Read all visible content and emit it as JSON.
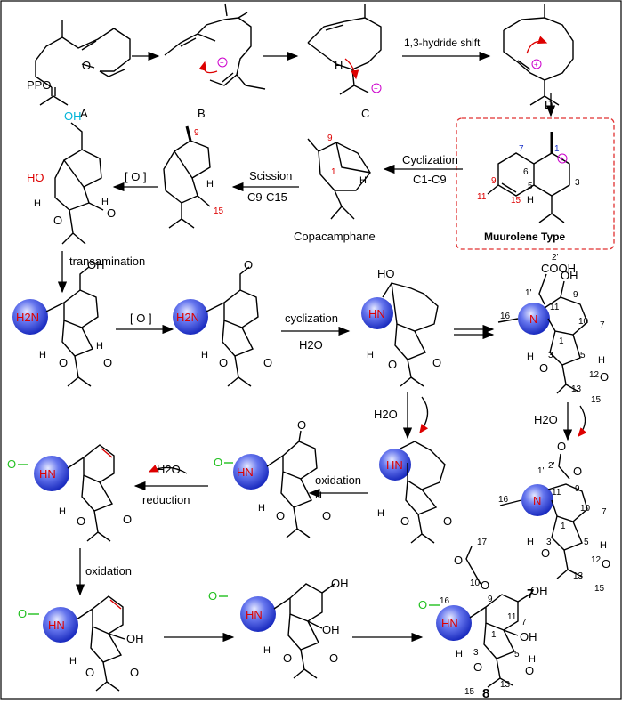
{
  "labels": {
    "A": "A",
    "B": "B",
    "C": "C",
    "D": "D",
    "ppo": "PPO",
    "shift": "1,3-hydride shift",
    "cyclization_top": "Cyclization",
    "c1c9": "C1-C9",
    "scission": "Scission",
    "c9c15": "C9-C15",
    "ox_bracket": "[ O ]",
    "copacamphane": "Copacamphane",
    "muurolene": "Muurolene Type",
    "transamination": "transamination",
    "ox_bracket2": "[ O ]",
    "cyclization_mid": "cyclization",
    "h2o_mid": "H2O",
    "h2o_down1": "H2O",
    "h2o_down2": "H2O",
    "h2o_left": "H2O",
    "reduction": "reduction",
    "oxidation_mid": "oxidation",
    "oxidation_left": "oxidation",
    "cmp7": "7",
    "cmp8": "8",
    "oh": "OH",
    "ho": "HO",
    "h2n": "H2N",
    "hn": "HN",
    "n": "N",
    "o": "O",
    "h": "H",
    "cooh": "COOH",
    "num2p": "2'",
    "num1p": "1'"
  },
  "colors": {
    "curly_arrow": "#dd0000",
    "cation": "#cc00cc",
    "highlight_red": "#dd0000",
    "number_blue": "#1a32c8",
    "aldehyde_green": "#22c020",
    "hydroxyl_cyan": "#00b4d8",
    "sphere": "#3344dd",
    "frame_dashed": "#e03030"
  }
}
